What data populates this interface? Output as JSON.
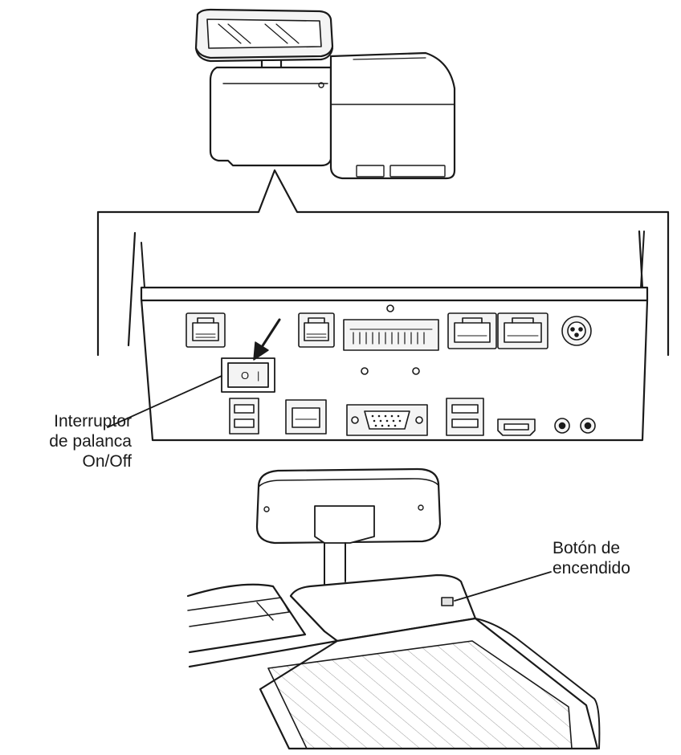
{
  "colors": {
    "line": "#1a1a1a",
    "background": "#ffffff",
    "fill_light": "#f4f4f4",
    "fill_mid": "#e2e2e2"
  },
  "labels": {
    "toggle_switch": [
      "Interruptor",
      "de palanca",
      "On/Off"
    ],
    "power_button": [
      "Botón de",
      "encendido"
    ]
  },
  "toggle_symbols": {
    "off": "O",
    "on": "|"
  }
}
